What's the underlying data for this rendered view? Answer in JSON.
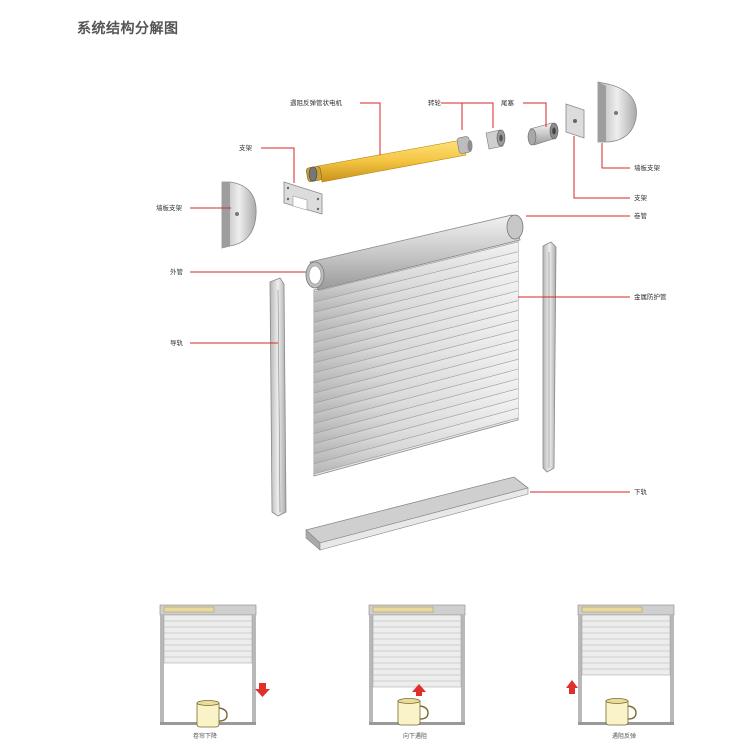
{
  "title": "系统结构分解图",
  "labels": {
    "motor": "遇阻反弹管状电机",
    "wheel": "转轮",
    "end_cap": "尾塞",
    "bracket_top_left": "支架",
    "wall_bracket_left": "墙板支架",
    "wall_bracket_right": "墙板支架",
    "bracket_right": "支架",
    "roller_tube": "卷管",
    "outer_tube": "外管",
    "guide_rail": "导轨",
    "metal_slats": "金属防护管",
    "bottom_rail": "下轨"
  },
  "captions": {
    "step1": "卷帘下降",
    "step2": "向下遇阻",
    "step3": "遇阻反弹"
  },
  "colors": {
    "leader": "#d9262b",
    "arrow": "#e0302b",
    "motor": "#f4c542",
    "metal": "#d6d6d6"
  }
}
